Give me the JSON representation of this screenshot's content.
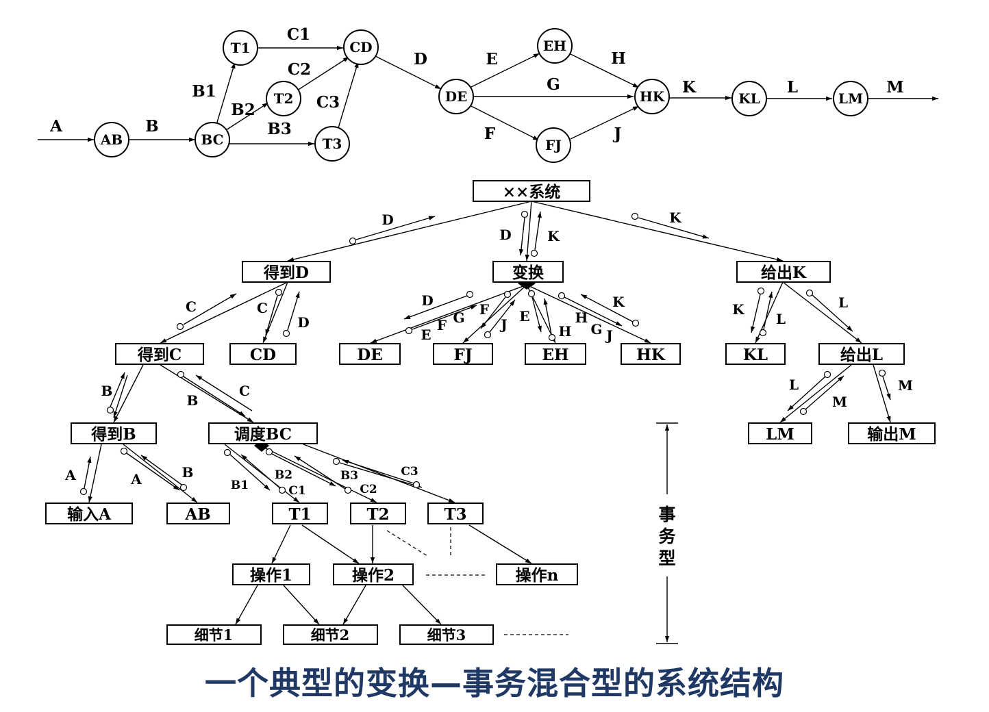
{
  "title": "一个典型的变换—事务混合型的系统结构",
  "colors": {
    "title": "#1f3864",
    "line": "#000000"
  },
  "flow": {
    "nodes": [
      {
        "id": "AB",
        "label": "AB"
      },
      {
        "id": "BC",
        "label": "BC"
      },
      {
        "id": "T1",
        "label": "T1"
      },
      {
        "id": "T2",
        "label": "T2"
      },
      {
        "id": "T3",
        "label": "T3"
      },
      {
        "id": "CD",
        "label": "CD"
      },
      {
        "id": "DE",
        "label": "DE"
      },
      {
        "id": "EH",
        "label": "EH"
      },
      {
        "id": "FJ",
        "label": "FJ"
      },
      {
        "id": "HK",
        "label": "HK"
      },
      {
        "id": "KL",
        "label": "KL"
      },
      {
        "id": "LM",
        "label": "LM"
      }
    ],
    "edges": [
      {
        "from": null,
        "to": "AB",
        "label": "A"
      },
      {
        "from": "AB",
        "to": "BC",
        "label": "B"
      },
      {
        "from": "BC",
        "to": "T1",
        "label": "B1"
      },
      {
        "from": "BC",
        "to": "T2",
        "label": "B2"
      },
      {
        "from": "BC",
        "to": "T3",
        "label": "B3"
      },
      {
        "from": "T1",
        "to": "CD",
        "label": "C1"
      },
      {
        "from": "T2",
        "to": "CD",
        "label": "C2"
      },
      {
        "from": "T3",
        "to": "CD",
        "label": "C3"
      },
      {
        "from": "CD",
        "to": "DE",
        "label": "D"
      },
      {
        "from": "DE",
        "to": "EH",
        "label": "E"
      },
      {
        "from": "DE",
        "to": "HK",
        "label": "G"
      },
      {
        "from": "DE",
        "to": "FJ",
        "label": "F"
      },
      {
        "from": "EH",
        "to": "HK",
        "label": "H"
      },
      {
        "from": "FJ",
        "to": "HK",
        "label": "J"
      },
      {
        "from": "HK",
        "to": "KL",
        "label": "K"
      },
      {
        "from": "KL",
        "to": "LM",
        "label": "L"
      },
      {
        "from": "LM",
        "to": null,
        "label": "M"
      }
    ]
  },
  "structure": {
    "modules": [
      {
        "id": "sys",
        "label": "××系统"
      },
      {
        "id": "getD",
        "label": "得到D"
      },
      {
        "id": "transform",
        "label": "变换"
      },
      {
        "id": "giveK",
        "label": "给出K"
      },
      {
        "id": "getC",
        "label": "得到C"
      },
      {
        "id": "mCD",
        "label": "CD"
      },
      {
        "id": "mDE",
        "label": "DE"
      },
      {
        "id": "mFJ",
        "label": "FJ"
      },
      {
        "id": "mEH",
        "label": "EH"
      },
      {
        "id": "mHK",
        "label": "HK"
      },
      {
        "id": "mKL",
        "label": "KL"
      },
      {
        "id": "giveL",
        "label": "给出L"
      },
      {
        "id": "getB",
        "label": "得到B"
      },
      {
        "id": "dispatchBC",
        "label": "调度BC"
      },
      {
        "id": "mLM",
        "label": "LM"
      },
      {
        "id": "outM",
        "label": "输出M"
      },
      {
        "id": "inA",
        "label": "输入A"
      },
      {
        "id": "mAB",
        "label": "AB"
      },
      {
        "id": "mT1",
        "label": "T1"
      },
      {
        "id": "mT2",
        "label": "T2"
      },
      {
        "id": "mT3",
        "label": "T3"
      },
      {
        "id": "op1",
        "label": "操作1"
      },
      {
        "id": "op2",
        "label": "操作2"
      },
      {
        "id": "opn",
        "label": "操作n"
      },
      {
        "id": "d1",
        "label": "细节1"
      },
      {
        "id": "d2",
        "label": "细节2"
      },
      {
        "id": "d3",
        "label": "细节3"
      }
    ],
    "couples": [
      "D",
      "D",
      "K",
      "K",
      "C",
      "C",
      "D",
      "D",
      "E",
      "F",
      "G",
      "F",
      "J",
      "E",
      "H",
      "H",
      "G",
      "J",
      "K",
      "K",
      "L",
      "L",
      "M",
      "L",
      "M",
      "B",
      "B",
      "C",
      "A",
      "A",
      "B",
      "B1",
      "B2",
      "C1",
      "B3",
      "C2",
      "C3"
    ],
    "transaction_label": [
      "事",
      "务",
      "型"
    ]
  }
}
